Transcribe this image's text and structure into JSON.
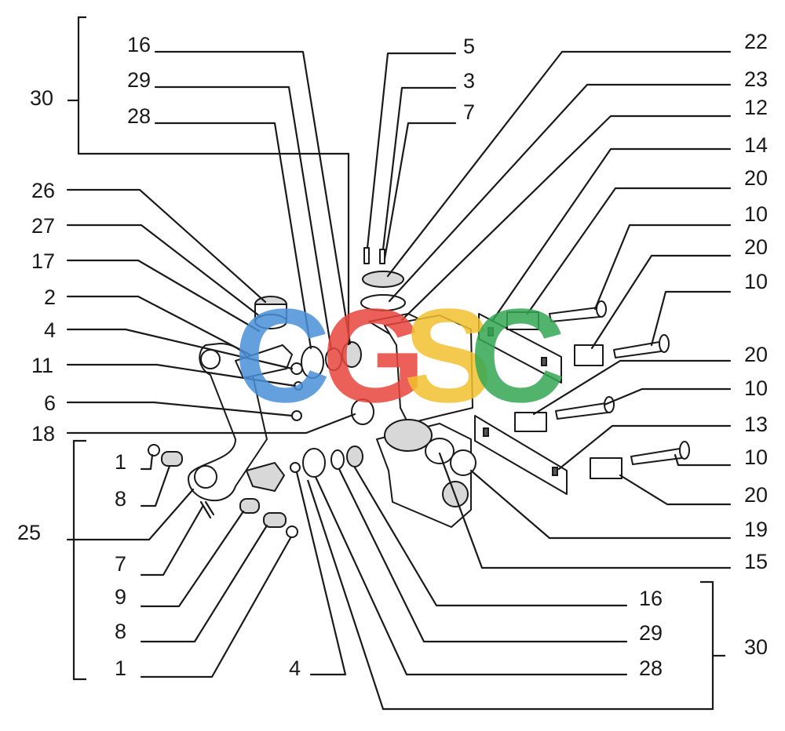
{
  "callouts": [
    {
      "id": "c30-left",
      "label": "30"
    },
    {
      "id": "c16-top",
      "label": "16"
    },
    {
      "id": "c29-top",
      "label": "29"
    },
    {
      "id": "c28-top",
      "label": "28"
    },
    {
      "id": "c26",
      "label": "26"
    },
    {
      "id": "c27",
      "label": "27"
    },
    {
      "id": "c17",
      "label": "17"
    },
    {
      "id": "c2",
      "label": "2"
    },
    {
      "id": "c4-left",
      "label": "4"
    },
    {
      "id": "c11",
      "label": "11"
    },
    {
      "id": "c6",
      "label": "6"
    },
    {
      "id": "c18",
      "label": "18"
    },
    {
      "id": "c1-top",
      "label": "1"
    },
    {
      "id": "c8-top",
      "label": "8"
    },
    {
      "id": "c25",
      "label": "25"
    },
    {
      "id": "c7-left",
      "label": "7"
    },
    {
      "id": "c9",
      "label": "9"
    },
    {
      "id": "c8-bot",
      "label": "8"
    },
    {
      "id": "c1-bot",
      "label": "1"
    },
    {
      "id": "c4-bot",
      "label": "4"
    },
    {
      "id": "c5",
      "label": "5"
    },
    {
      "id": "c3",
      "label": "3"
    },
    {
      "id": "c7-top",
      "label": "7"
    },
    {
      "id": "c22",
      "label": "22"
    },
    {
      "id": "c23",
      "label": "23"
    },
    {
      "id": "c12",
      "label": "12"
    },
    {
      "id": "c14",
      "label": "14"
    },
    {
      "id": "c20-a",
      "label": "20"
    },
    {
      "id": "c10-a",
      "label": "10"
    },
    {
      "id": "c20-b",
      "label": "20"
    },
    {
      "id": "c10-b",
      "label": "10"
    },
    {
      "id": "c20-c",
      "label": "20"
    },
    {
      "id": "c10-c",
      "label": "10"
    },
    {
      "id": "c13",
      "label": "13"
    },
    {
      "id": "c10-d",
      "label": "10"
    },
    {
      "id": "c20-d",
      "label": "20"
    },
    {
      "id": "c19",
      "label": "19"
    },
    {
      "id": "c15",
      "label": "15"
    },
    {
      "id": "c16-bot",
      "label": "16"
    },
    {
      "id": "c29-bot",
      "label": "29"
    },
    {
      "id": "c28-bot",
      "label": "28"
    },
    {
      "id": "c30-right",
      "label": "30"
    }
  ],
  "watermark": {
    "letters": [
      "C",
      "G",
      "S",
      "C"
    ],
    "colors": [
      "#4a90d9",
      "#e8453c",
      "#f2c12e",
      "#34a853"
    ]
  }
}
